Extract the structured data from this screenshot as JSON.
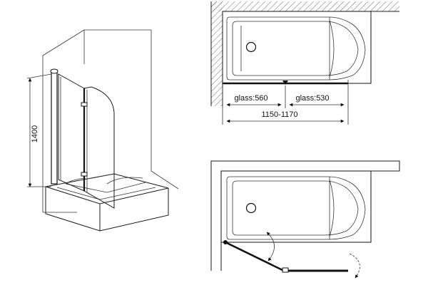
{
  "dimensions": {
    "height": "1400",
    "glass_left": "glass:560",
    "glass_right": "glass:530",
    "overall_width": "1150-1170"
  },
  "views": {
    "isometric": "isometric view of bath screen",
    "plan_top": "plan view closed",
    "plan_bottom": "plan view open"
  }
}
